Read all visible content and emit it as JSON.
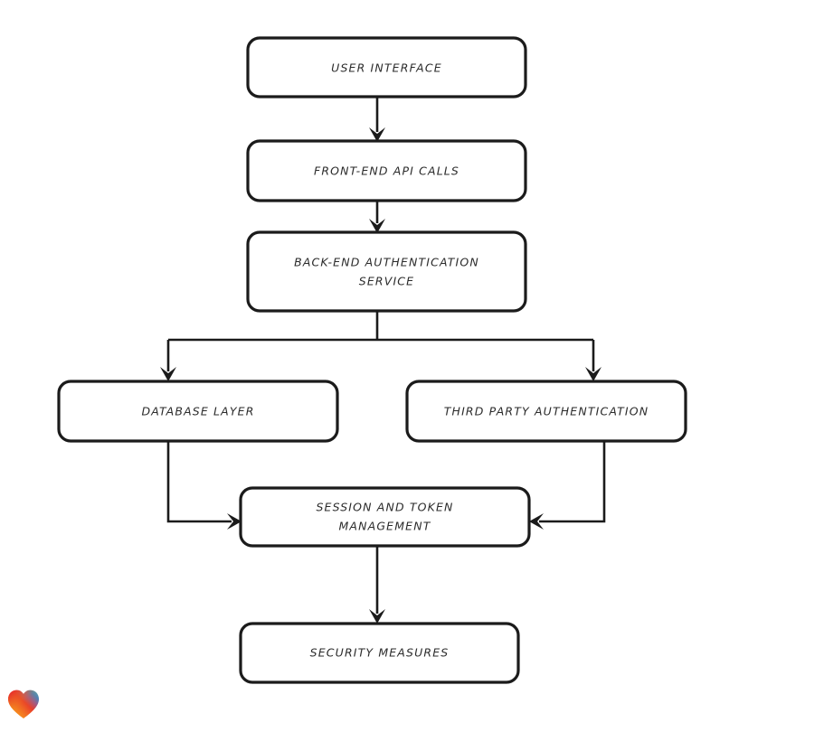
{
  "diagram": {
    "type": "flowchart",
    "orientation": "top-to-bottom",
    "background_color": "#ffffff",
    "node_fill_color": "#ffffff",
    "node_stroke_color": "#1b1b1b",
    "text_color": "#2b2b2b",
    "edge_color": "#1b1b1b",
    "nodes": [
      {
        "id": "user-interface",
        "label": "USER INTERFACE",
        "lines": [
          "USER INTERFACE"
        ]
      },
      {
        "id": "front-end-api-calls",
        "label": "FRONT-END API CALLS",
        "lines": [
          "FRONT-END API CALLS"
        ]
      },
      {
        "id": "back-end-authentication-service",
        "label": "BACK-END AUTHENTICATION SERVICE",
        "lines": [
          "BACK-END AUTHENTICATION",
          "SERVICE"
        ]
      },
      {
        "id": "database-layer",
        "label": "DATABASE LAYER",
        "lines": [
          "DATABASE LAYER"
        ]
      },
      {
        "id": "third-party-authentication",
        "label": "THIRD PARTY AUTHENTICATION",
        "lines": [
          "THIRD PARTY AUTHENTICATION"
        ]
      },
      {
        "id": "session-and-token-management",
        "label": "SESSION AND TOKEN MANAGEMENT",
        "lines": [
          "SESSION AND TOKEN",
          "MANAGEMENT"
        ]
      },
      {
        "id": "security-measures",
        "label": "SECURITY MEASURES",
        "lines": [
          "SECURITY MEASURES"
        ]
      }
    ],
    "edges": [
      {
        "from": "user-interface",
        "to": "front-end-api-calls",
        "label": ""
      },
      {
        "from": "front-end-api-calls",
        "to": "back-end-authentication-service",
        "label": ""
      },
      {
        "from": "back-end-authentication-service",
        "to": "database-layer",
        "label": ""
      },
      {
        "from": "back-end-authentication-service",
        "to": "third-party-authentication",
        "label": ""
      },
      {
        "from": "database-layer",
        "to": "session-and-token-management",
        "label": ""
      },
      {
        "from": "third-party-authentication",
        "to": "session-and-token-management",
        "label": ""
      },
      {
        "from": "session-and-token-management",
        "to": "security-measures",
        "label": ""
      }
    ]
  },
  "watermark": {
    "name": "heart-logo",
    "colors": [
      "#e8342a",
      "#f59a1f",
      "#f7a41d",
      "#2f7fd1",
      "#3ab5c9"
    ]
  }
}
